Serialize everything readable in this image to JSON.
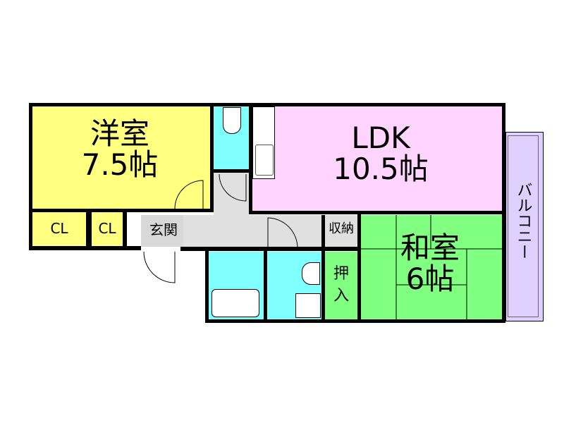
{
  "floor_plan": {
    "rooms": {
      "western_room": {
        "name": "洋室",
        "size": "7.5帖",
        "color": "#ffff80"
      },
      "ldk": {
        "name": "LDK",
        "size": "10.5帖",
        "color": "#ffd4ff"
      },
      "japanese_room": {
        "name": "和室",
        "size": "6帖",
        "color": "#80ff80"
      },
      "balcony": {
        "name": "バルコニー",
        "color": "#e0d0ff"
      },
      "closet_1": {
        "name": "CL",
        "color": "#ffff80"
      },
      "closet_2": {
        "name": "CL",
        "color": "#ffff80"
      },
      "entrance": {
        "name": "玄関",
        "color": "#e0e0e0"
      },
      "storage": {
        "name": "収納",
        "color": "#e0e0e0"
      },
      "oshiire": {
        "name": "押入",
        "color": "#80ff80"
      },
      "toilet": {
        "color": "#80ffff"
      },
      "bathroom": {
        "color": "#80ffff"
      },
      "washroom": {
        "color": "#80ffff"
      },
      "hallway": {
        "color": "#e0e0e0"
      }
    }
  }
}
